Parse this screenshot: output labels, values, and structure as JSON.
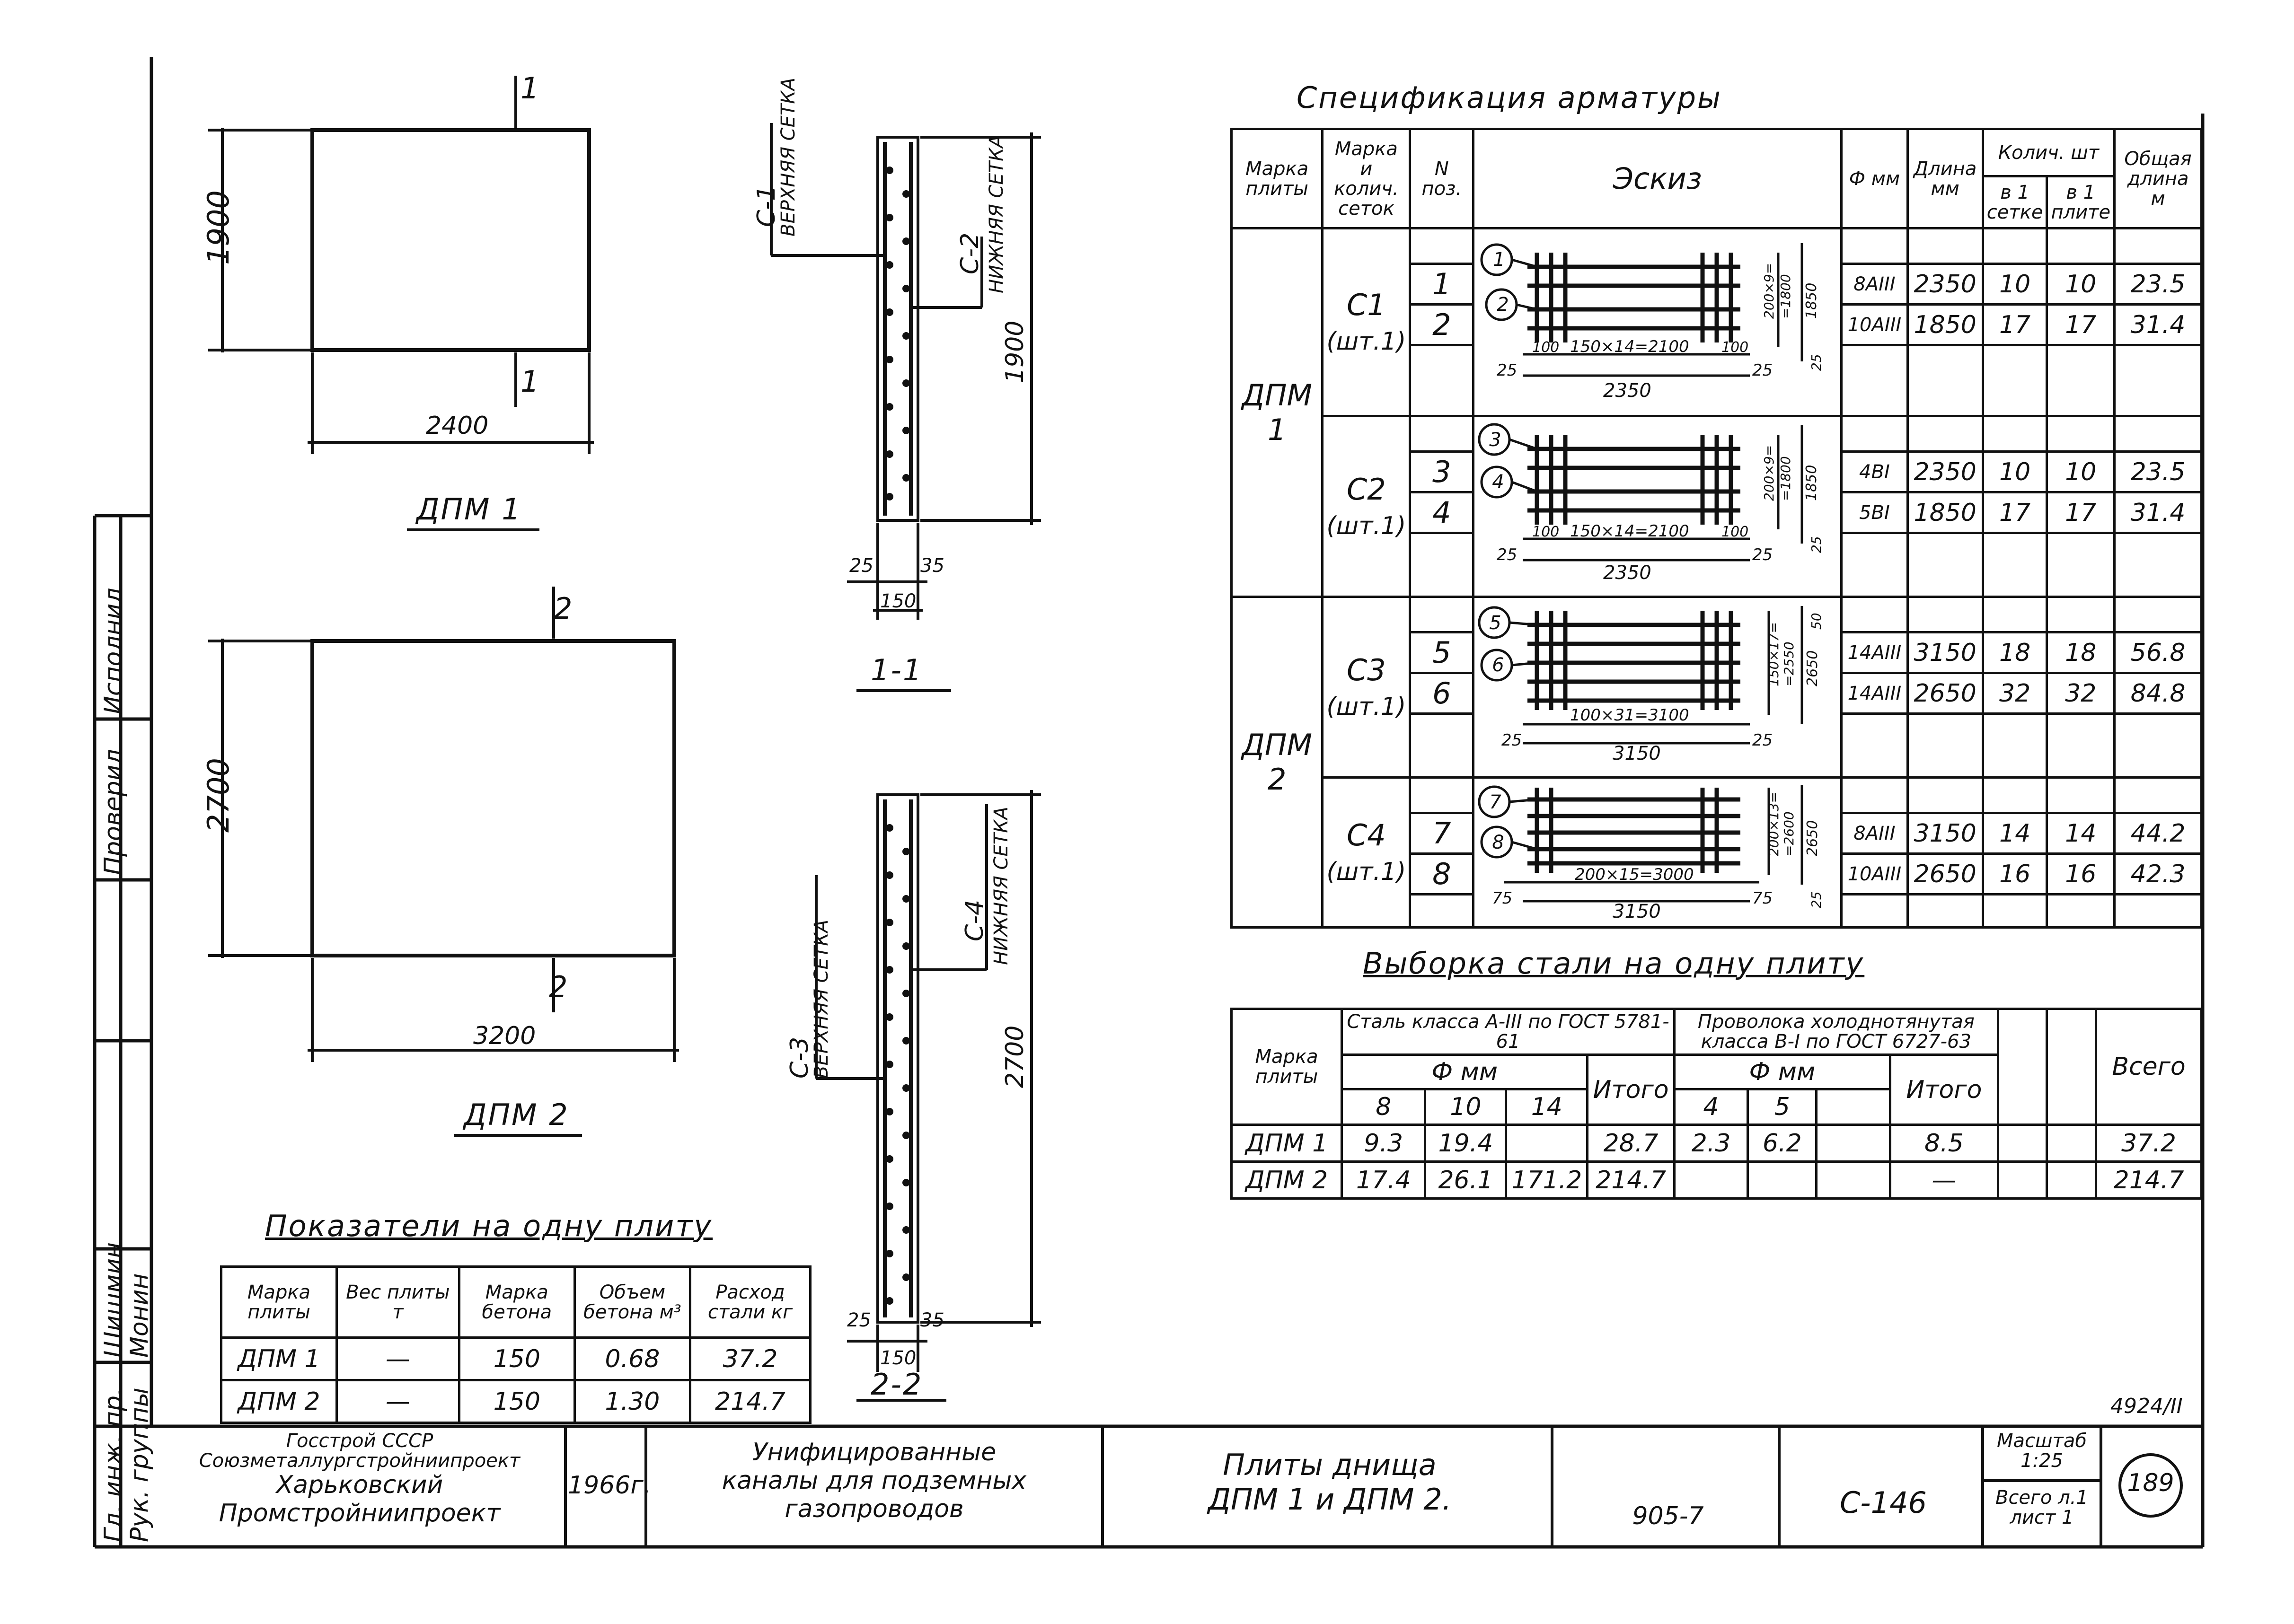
{
  "drawings": {
    "dpm1": {
      "title": "ДПМ 1",
      "section_mark_top": "1",
      "section_mark_bottom": "1",
      "dim_height": "1900",
      "dim_width": "2400"
    },
    "dpm2": {
      "title": "ДПМ 2",
      "section_mark_top": "2",
      "section_mark_bottom": "2",
      "dim_height": "2700",
      "dim_width": "3200"
    },
    "section11": {
      "title": "1-1",
      "top_label_a": "С-1",
      "top_label_b": "ВЕРХНЯЯ СЕТКА",
      "bot_label_a": "С-2",
      "bot_label_b": "НИЖНЯЯ СЕТКА",
      "dim_height": "1900",
      "dim_a": "25",
      "dim_b": "35",
      "dim_c": "150"
    },
    "section22": {
      "title": "2-2",
      "top_label_a": "С-3",
      "top_label_b": "ВЕРХНЯЯ СЕТКА",
      "bot_label_a": "С-4",
      "bot_label_b": "НИЖНЯЯ СЕТКА",
      "dim_height": "2700",
      "dim_a": "25",
      "dim_b": "35",
      "dim_c": "150"
    }
  },
  "spec": {
    "title": "Спецификация арматуры",
    "headers": {
      "mark": "Марка плиты",
      "mesh": "Марка и колич. сеток",
      "pos": "N поз.",
      "sketch": "Эскиз",
      "dia": "Ф мм",
      "len": "Длина мм",
      "qty": "Колич. шт",
      "qty_mesh": "в 1 сетке",
      "qty_plate": "в 1 плите",
      "total": "Общая длина м"
    },
    "rows": [
      {
        "plate": "ДПМ 1",
        "mesh": "С1",
        "mesh_qty": "(шт.1)",
        "pos": "1",
        "dia": "8АIII",
        "len": "2350",
        "q1": "10",
        "q2": "10",
        "total": "23.5"
      },
      {
        "plate": "",
        "mesh": "",
        "mesh_qty": "",
        "pos": "2",
        "dia": "10АIII",
        "len": "1850",
        "q1": "17",
        "q2": "17",
        "total": "31.4"
      },
      {
        "plate": "",
        "mesh": "С2",
        "mesh_qty": "(шт.1)",
        "pos": "3",
        "dia": "4ВI",
        "len": "2350",
        "q1": "10",
        "q2": "10",
        "total": "23.5"
      },
      {
        "plate": "",
        "mesh": "",
        "mesh_qty": "",
        "pos": "4",
        "dia": "5ВI",
        "len": "1850",
        "q1": "17",
        "q2": "17",
        "total": "31.4"
      },
      {
        "plate": "ДПМ 2",
        "mesh": "С3",
        "mesh_qty": "(шт.1)",
        "pos": "5",
        "dia": "14АIII",
        "len": "3150",
        "q1": "18",
        "q2": "18",
        "total": "56.8"
      },
      {
        "plate": "",
        "mesh": "",
        "mesh_qty": "",
        "pos": "6",
        "dia": "14АIII",
        "len": "2650",
        "q1": "32",
        "q2": "32",
        "total": "84.8"
      },
      {
        "plate": "",
        "mesh": "С4",
        "mesh_qty": "(шт.1)",
        "pos": "7",
        "dia": "8АIII",
        "len": "3150",
        "q1": "14",
        "q2": "14",
        "total": "44.2"
      },
      {
        "plate": "",
        "mesh": "",
        "mesh_qty": "",
        "pos": "8",
        "dia": "10АIII",
        "len": "2650",
        "q1": "16",
        "q2": "16",
        "total": "42.3"
      }
    ],
    "sketches": [
      {
        "p1": "1",
        "p2": "2",
        "a": "25",
        "b": "100",
        "mid": "150×14=2100",
        "c": "100",
        "d": "25",
        "len": "2350",
        "v1": "200×9=",
        "v2": "=1800",
        "v3": "1850",
        "v4": "25"
      },
      {
        "p1": "3",
        "p2": "4",
        "a": "25",
        "b": "100",
        "mid": "150×14=2100",
        "c": "100",
        "d": "25",
        "len": "2350",
        "v1": "200×9=",
        "v2": "=1800",
        "v3": "1850",
        "v4": "25"
      },
      {
        "p1": "5",
        "p2": "6",
        "a": "25",
        "b": "",
        "mid": "100×31=3100",
        "c": "",
        "d": "25",
        "len": "3150",
        "v1": "150×17=",
        "v2": "=2550",
        "v3": "2650",
        "v4": "50"
      },
      {
        "p1": "7",
        "p2": "8",
        "a": "75",
        "b": "",
        "mid": "200×15=3000",
        "c": "",
        "d": "75",
        "len": "3150",
        "v1": "200×13=",
        "v2": "=2600",
        "v3": "2650",
        "v4": "25"
      }
    ]
  },
  "steel": {
    "title": "Выборка стали на одну плиту",
    "h_mark": "Марка плиты",
    "h_group1": "Сталь класса А-III по ГОСТ 5781-61",
    "h_group2": "Проволока холоднотянутая класса В-I по ГОСТ 6727-63",
    "h_dia": "Ф мм",
    "h_total": "Итого",
    "h_all": "Всего",
    "d1": "8",
    "d2": "10",
    "d3": "14",
    "d4": "4",
    "d5": "5",
    "rows": [
      {
        "mark": "ДПМ 1",
        "v8": "9.3",
        "v10": "19.4",
        "v14": "",
        "t1": "28.7",
        "v4": "2.3",
        "v5": "6.2",
        "t2": "8.5",
        "all": "37.2"
      },
      {
        "mark": "ДПМ 2",
        "v8": "17.4",
        "v10": "26.1",
        "v14": "171.2",
        "t1": "214.7",
        "v4": "",
        "v5": "",
        "t2": "—",
        "all": "214.7"
      }
    ]
  },
  "indicators": {
    "title": "Показатели на одну плиту",
    "headers": [
      "Марка плиты",
      "Вес плиты т",
      "Марка бетона",
      "Объем бетона м³",
      "Расход стали кг"
    ],
    "rows": [
      [
        "ДПМ 1",
        "—",
        "150",
        "0.68",
        "37.2"
      ],
      [
        "ДПМ 2",
        "—",
        "150",
        "1.30",
        "214.7"
      ]
    ]
  },
  "stamp": {
    "org1": "Госстрой СССР",
    "org2": "Союзметаллургстройниипроект",
    "org3": "Харьковский",
    "org4": "Промстройниипроект",
    "year": "1966г.",
    "proj1": "Унифицированные",
    "proj2": "каналы для подземных",
    "proj3": "газопроводов",
    "name1": "Плиты днища",
    "name2": "ДПМ 1 и ДПМ 2.",
    "series": "905-7",
    "code": "С-146",
    "scale_label": "Масштаб",
    "scale": "1:25",
    "sheets": "Всего л.1",
    "sheet": "лист 1",
    "page": "189",
    "inv": "4924/II"
  },
  "side": {
    "r1": "Гл. инж. пр.",
    "r2": "Рук. группы",
    "n1": "Шишмин",
    "n2": "Монин",
    "n3": "Проверил",
    "n4": "Исполнил"
  }
}
